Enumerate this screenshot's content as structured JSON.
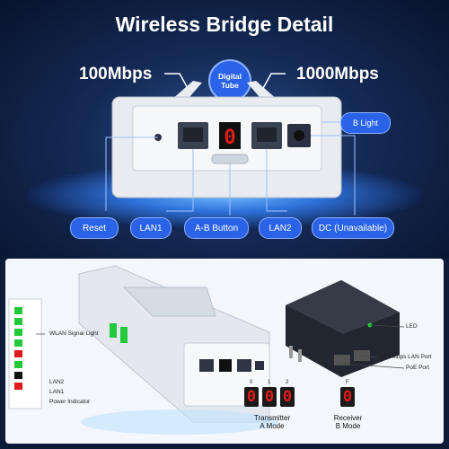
{
  "title": "Wireless Bridge Detail",
  "speed_left": "100Mbps",
  "speed_right": "1000Mbps",
  "digital_tube": {
    "line1": "Digital",
    "line2": "Tube"
  },
  "b_light": "B Light",
  "ports": [
    "Reset",
    "LAN1",
    "A-B Button",
    "LAN2",
    "DC (Unavailable)"
  ],
  "left_indicators": {
    "wlan": "WLAN Signal Light",
    "lan2": "LAN2",
    "lan1": "LAN1",
    "power": "Power Indicator"
  },
  "adapter_labels": {
    "led": "LED",
    "lan_port": "1000Mbps LAN Port",
    "poe_port": "PoE Port"
  },
  "modes": {
    "transmitter_line1": "Transmitter",
    "transmitter_line2": "A Mode",
    "receiver_line1": "Receiver",
    "receiver_line2": "B Mode"
  },
  "digit_numbers": [
    "0",
    "1",
    "2",
    "F"
  ],
  "digit_values": [
    "0",
    "0",
    "0",
    "0"
  ],
  "tube_digit": "0",
  "colors": {
    "accent": "#2a63e8",
    "led_green": "#22c93a",
    "led_red": "#e01b1b"
  },
  "icons": [
    "rj45-port-icon",
    "dc-jack-icon",
    "reset-hole-icon",
    "poe-adapter-icon",
    "power-plug-icon"
  ]
}
